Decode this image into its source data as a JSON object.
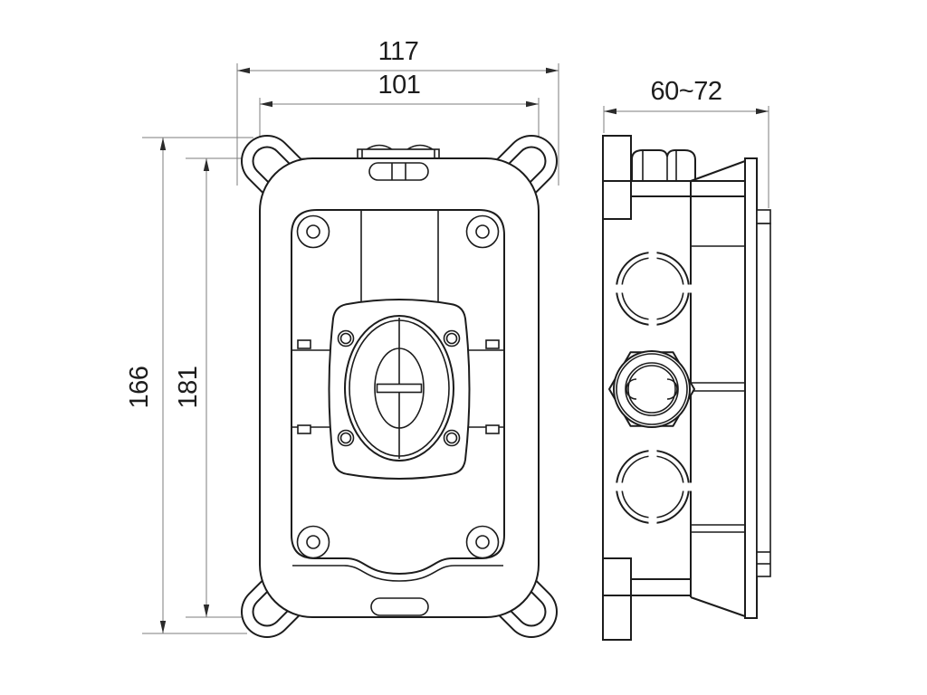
{
  "dims": {
    "overall_width": "117",
    "inner_width": "101",
    "height_outer": "166",
    "height_inner": "181",
    "depth_range": "60~72"
  },
  "colors": {
    "line": "#1c1c1c",
    "dimension_line": "#7d7d7d",
    "background": "#ffffff"
  }
}
